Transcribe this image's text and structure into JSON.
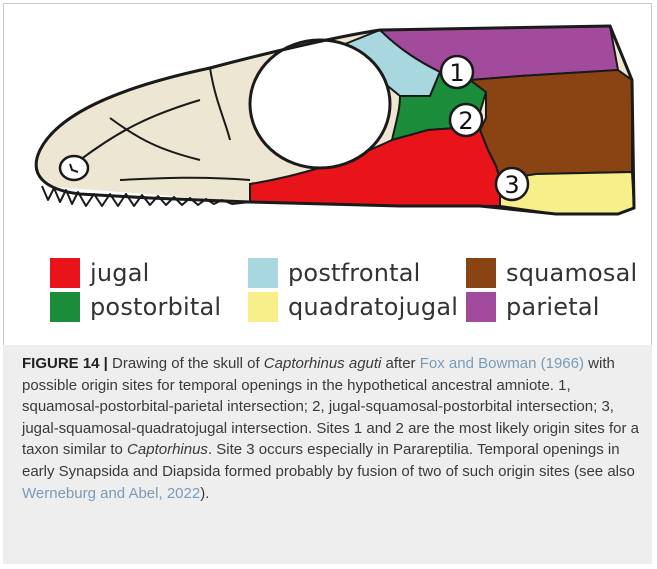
{
  "figure": {
    "site_labels": [
      "1",
      "2",
      "3"
    ],
    "colors": {
      "bone": "#ece6d3",
      "jugal": "#e8141a",
      "postorbital": "#1b8c3a",
      "postfrontal": "#a9d7e0",
      "quadratojugal": "#f7ef8a",
      "squamosal": "#8a4413",
      "parietal": "#a24a9c",
      "outline": "#1a1a1a"
    }
  },
  "legend": [
    {
      "label": "jugal",
      "color": "#e8141a",
      "icon": "jugal-swatch"
    },
    {
      "label": "postorbital",
      "color": "#1b8c3a",
      "icon": "postorbital-swatch"
    },
    {
      "label": "postfrontal",
      "color": "#a9d7e0",
      "icon": "postfrontal-swatch"
    },
    {
      "label": "quadratojugal",
      "color": "#f7ef8a",
      "icon": "quadratojugal-swatch"
    },
    {
      "label": "squamosal",
      "color": "#8a4413",
      "icon": "squamosal-swatch"
    },
    {
      "label": "parietal",
      "color": "#a24a9c",
      "icon": "parietal-swatch"
    }
  ],
  "caption": {
    "figure_label": "FIGURE 14 |",
    "t1": " Drawing of the skull of ",
    "taxon1": "Captorhinus aguti",
    "t2": " after ",
    "ref1": "Fox and Bowman (1966)",
    "t3": " with possible origin sites for temporal openings in the hypothetical ancestral amniote. 1, squamosal-postorbital-parietal intersection; 2, jugal-squamosal-postorbital intersection; 3, jugal-squamosal-quadratojugal intersection. Sites 1 and 2 are the most likely origin sites for a taxon similar to ",
    "taxon2": "Captorhinus",
    "t4": ". Site 3 occurs especially in Parareptilia. Temporal openings in early Synapsida and Diapsida formed probably by fusion of two of such origin sites (see also ",
    "ref2": "Werneburg and Abel, 2022",
    "t5": ")."
  }
}
